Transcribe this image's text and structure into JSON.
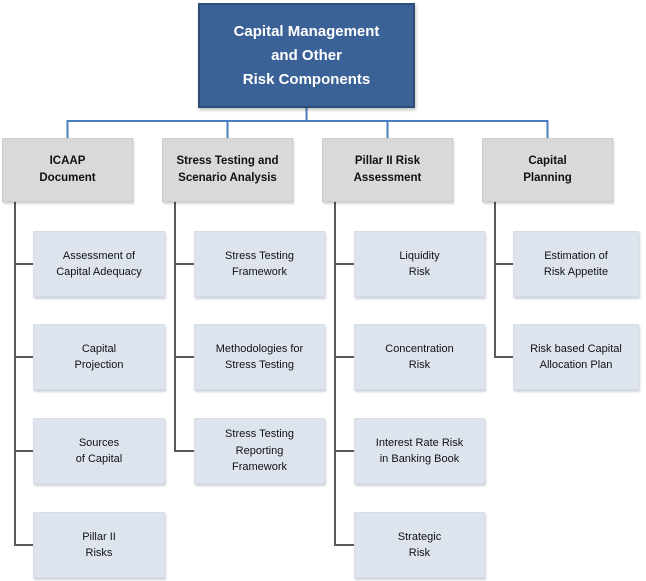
{
  "diagram": {
    "root": {
      "label": "Capital Management\nand Other\nRisk Components"
    },
    "columns": [
      {
        "header": "ICAAP\nDocument",
        "children": [
          "Assessment of\nCapital Adequacy",
          "Capital\nProjection",
          "Sources\nof Capital",
          "Pillar II\nRisks"
        ]
      },
      {
        "header": "Stress Testing and\nScenario Analysis",
        "children": [
          "Stress Testing\nFramework",
          "Methodologies for\nStress Testing",
          "Stress Testing\nReporting\nFramework"
        ]
      },
      {
        "header": "Pillar II Risk\nAssessment",
        "children": [
          "Liquidity\nRisk",
          "Concentration\nRisk",
          "Interest Rate Risk\nin Banking Book",
          "Strategic\nRisk"
        ]
      },
      {
        "header": "Capital\nPlanning",
        "children": [
          "Estimation of\nRisk Appetite",
          "Risk based Capital\nAllocation Plan"
        ]
      }
    ]
  },
  "colors": {
    "root_fill": "#3a6296",
    "root_border": "#2e4e78",
    "root_text": "#ffffff",
    "branch_fill": "#d9d9d9",
    "leaf_fill": "#dde4ee",
    "node_text": "#111111",
    "line_blue": "#4a7ebf",
    "line_gray": "#595959"
  }
}
